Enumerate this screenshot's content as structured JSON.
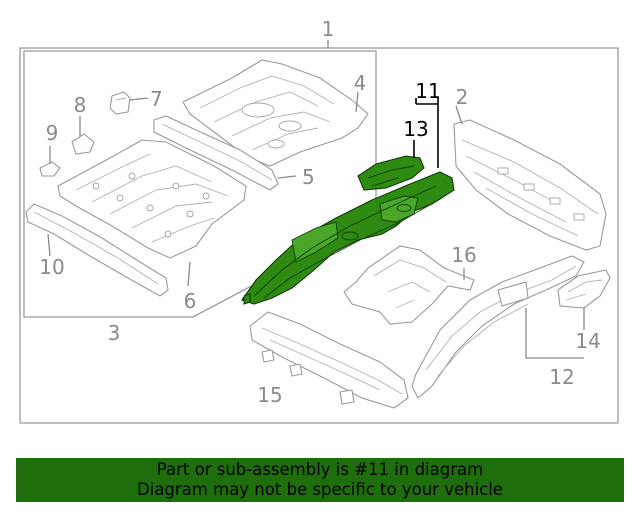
{
  "callouts": {
    "c1": "1",
    "c2": "2",
    "c3": "3",
    "c4": "4",
    "c5": "5",
    "c6": "6",
    "c7": "7",
    "c8": "8",
    "c9": "9",
    "c10": "10",
    "c11": "11",
    "c12": "12",
    "c13": "13",
    "c14": "14",
    "c15": "15",
    "c16": "16"
  },
  "highlight": {
    "part": "11",
    "color": "#2f8a12"
  },
  "banner": {
    "line1": "Part or sub-assembly is #11 in diagram",
    "line2": "Diagram may not be specific to your vehicle",
    "background": "#1e6e0b"
  }
}
